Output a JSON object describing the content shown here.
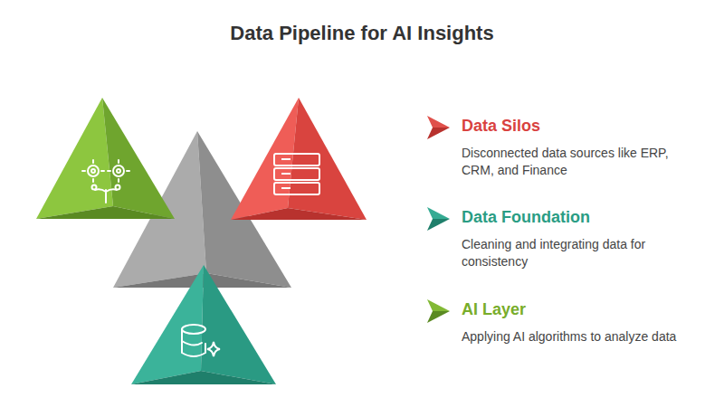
{
  "diagram": {
    "title": "Data Pipeline for AI Insights",
    "nodes": [
      {
        "text": [
          "Data Silos",
          "Disconnected data sources like ERP, CRM, and Finance"
        ]
      },
      {
        "text": [
          "Data Foundation",
          "Cleaning and integrating data for consistency"
        ]
      },
      {
        "text": [
          "AI Layer",
          "Applying AI algorithms to analyze data"
        ]
      }
    ]
  }
}
